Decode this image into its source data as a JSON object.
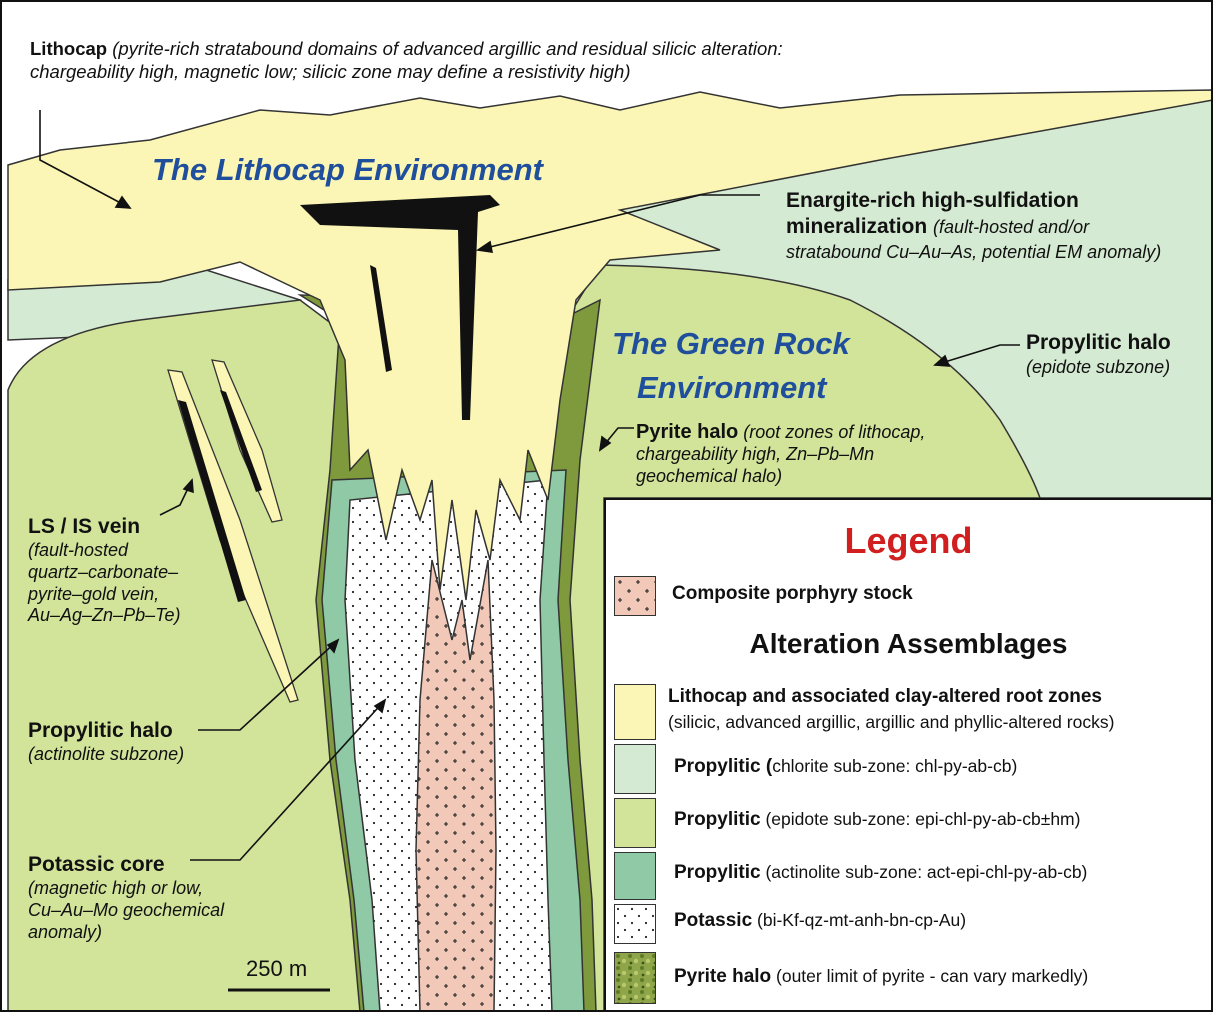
{
  "labels": {
    "lithocap_name": "Lithocap",
    "lithocap_desc_1": "(pyrite-rich stratabound domains of advanced argillic and residual silicic alteration:",
    "lithocap_desc_2": "chargeability high, magnetic low; silicic zone may define a resistivity high)",
    "enargite_1": "Enargite-rich high-sulfidation",
    "enargite_2": "mineralization",
    "enargite_2_desc": "(fault-hosted and/or",
    "enargite_3": "stratabound Cu–Au–As, potential EM anomaly)",
    "propylitic_epidote_name": "Propylitic halo",
    "propylitic_epidote_desc": "(epidote subzone)",
    "pyrite_halo_name": "Pyrite halo",
    "pyrite_halo_desc_1": "(root zones of lithocap,",
    "pyrite_halo_desc_2": "chargeability high, Zn–Pb–Mn",
    "pyrite_halo_desc_3": "geochemical halo)",
    "vein_name": "LS / IS vein",
    "vein_desc_1": "(fault-hosted",
    "vein_desc_2": "quartz–carbonate–",
    "vein_desc_3": "pyrite–gold vein,",
    "vein_desc_4": "Au–Ag–Zn–Pb–Te)",
    "propylitic_act_name": "Propylitic halo",
    "propylitic_act_desc": "(actinolite subzone)",
    "potassic_name": "Potassic core",
    "potassic_desc_1": "(magnetic high or low,",
    "potassic_desc_2": "Cu–Au–Mo geochemical",
    "potassic_desc_3": "anomaly)",
    "scale": "250 m"
  },
  "environments": {
    "lithocap": "The Lithocap Environment",
    "green_rock_1": "The Green Rock",
    "green_rock_2": "Environment"
  },
  "legend": {
    "title": "Legend",
    "composite": "Composite porphyry stock",
    "subtitle": "Alteration Assemblages",
    "rows": [
      {
        "name": "Lithocap and associated clay-altered root zones",
        "desc": "(silicic, advanced argillic, argillic and phyllic-altered rocks)"
      },
      {
        "name": "Propylitic (",
        "desc": "chlorite sub-zone: chl-py-ab-cb)"
      },
      {
        "name": "Propylitic",
        "desc": " (epidote sub-zone: epi-chl-py-ab-cb±hm)"
      },
      {
        "name": "Propylitic",
        "desc": " (actinolite sub-zone: act-epi-chl-py-ab-cb)"
      },
      {
        "name": "Potassic",
        "desc": " (bi-Kf-qz-mt-anh-bn-cp-Au)"
      },
      {
        "name": "Pyrite halo",
        "desc": " (outer limit of pyrite - can vary markedly)"
      }
    ]
  },
  "colors": {
    "lithocap": "#fbf6b5",
    "propylitic_chlorite": "#d5ead2",
    "propylitic_epidote": "#d2e39a",
    "propylitic_actinolite": "#8fc9a5",
    "pyrite_halo": "#7f9a3d",
    "porphyry": "#f2c9b8",
    "environment_text": "#1f4f9c",
    "legend_title": "#d11f1f"
  }
}
